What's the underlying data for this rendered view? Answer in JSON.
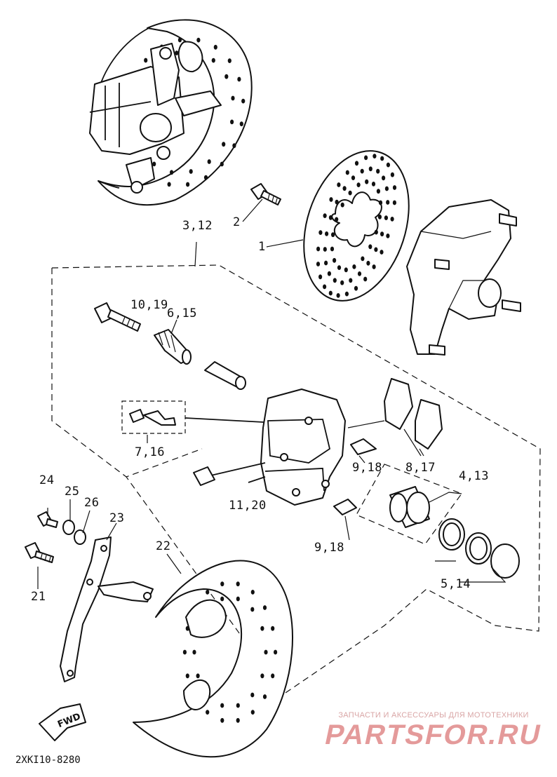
{
  "diagram_code": "2XKI10-8280",
  "fwd_label": "FWD",
  "callouts": {
    "c1": "1",
    "c2": "2",
    "c3_12": "3,12",
    "c4_13": "4,13",
    "c5_14": "5,14",
    "c6_15": "6,15",
    "c7_16": "7,16",
    "c8_17": "8,17",
    "c9_18_a": "9,18",
    "c9_18_b": "9,18",
    "c10_19": "10,19",
    "c11_20": "11,20",
    "c21": "21",
    "c22": "22",
    "c23": "23",
    "c24": "24",
    "c25": "25",
    "c26": "26"
  },
  "watermark": {
    "tagline": "ЗАПЧАСТИ И АКСЕССУАРЫ ДЛЯ МОТОТЕХНИКИ",
    "brand": "PARTSFOR.RU"
  }
}
